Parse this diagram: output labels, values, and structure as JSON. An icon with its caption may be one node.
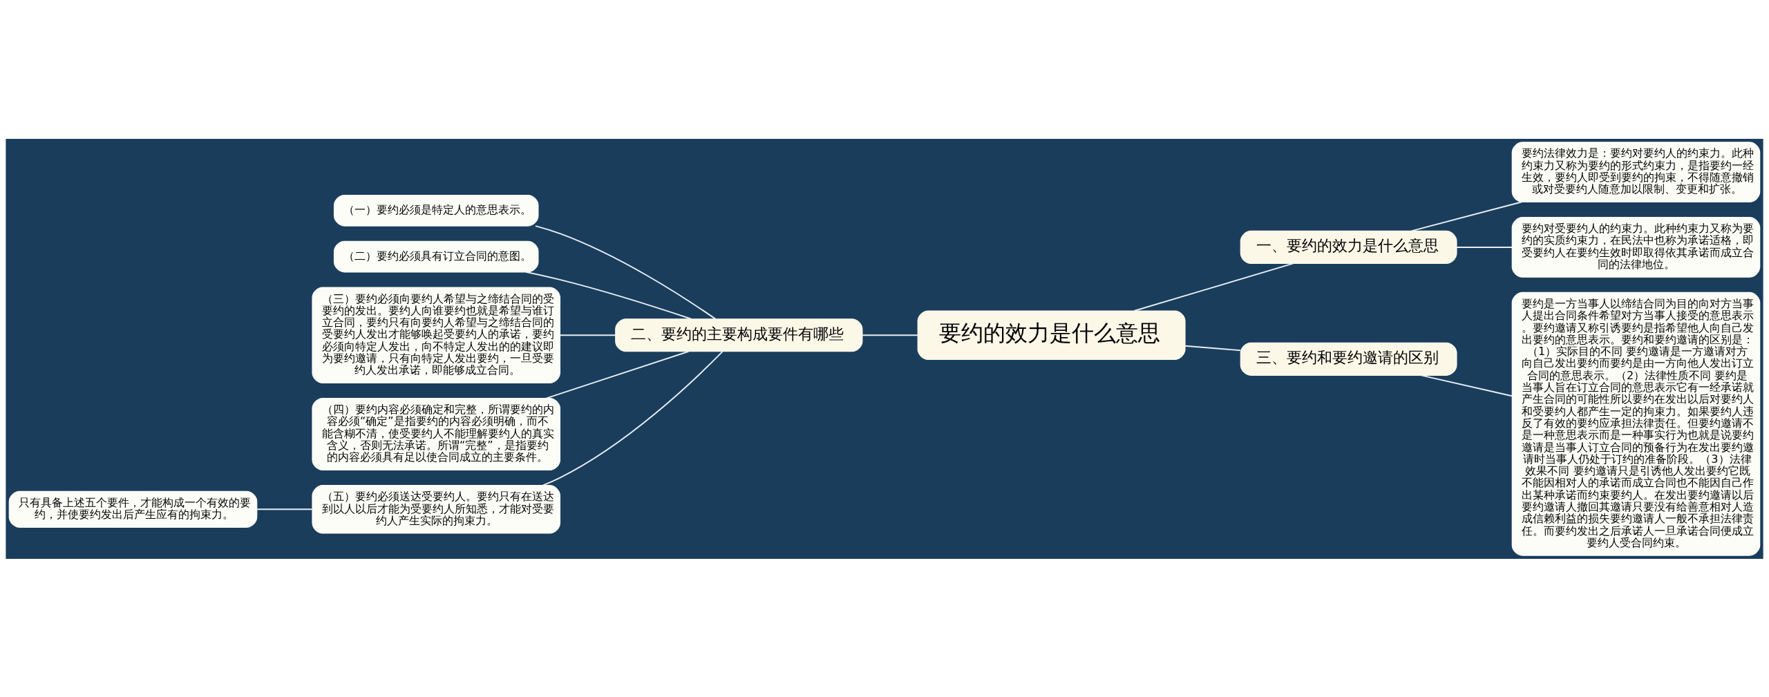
{
  "diagram": {
    "nodes": [
      {
        "text": [
          "要约的效力是什么意思"
        ]
      },
      {
        "text": [
          "一、要约的效力是什么意思"
        ]
      },
      {
        "text": [
          "要约法律效力是：要约对要约人的约束力。此种约束力又称为要约的形式约束力，是指要约一经生效，要约人即受到要约的拘束，不得随意撤销或对受要约人随意加以限制、变更和扩张。"
        ]
      },
      {
        "text": [
          "要约对受要约人的约束力。此种约束力又称为要约的实质约束力，在民法中也称为承诺适格，即受要约人在要约生效时即取得依其承诺而成立合同的法律地位。"
        ]
      },
      {
        "text": [
          "二、要约的主要构成要件有哪些"
        ]
      },
      {
        "text": [
          "（一）要约必须是特定人的意思表示。"
        ]
      },
      {
        "text": [
          "（二）要约必须具有订立合同的意图。"
        ]
      },
      {
        "text": [
          "（三）要约必须向要约人希望与之缔结合同的受要约的发出。要约人向谁要约也就是希望与谁订立合同，要约只有向要约人希望与之缔结合同的受要约人发出才能够唤起受要约人的承诺，要约必须向特定人发出，向不特定人发出的的建议即为要约邀请，只有向特定人发出要约，一旦受要约人发出承诺，即能够成立合同。"
        ]
      },
      {
        "text": [
          "（四）要约内容必须确定和完整，所谓要约的内容必须“确定”是指要约的内容必须明确，而不能含糊不清，使受要约人不能理解要约人的真实含义，否则无法承诺。所谓“完整”，是指要约的内容必须具有足以使合同成立的主要条件。"
        ]
      },
      {
        "text": [
          "（五）要约必须送达受要约人。要约只有在送达到以人以后才能为受要约人所知悉，才能对受要约人产生实际的拘束力。"
        ]
      },
      {
        "text": [
          "只有具备上述五个要件，才能构成一个有效的要约，并使要约发出后产生应有的拘束力。"
        ]
      },
      {
        "text": [
          "三、要约和要约邀请的区别"
        ]
      },
      {
        "text": [
          "要约是一方当事人以缔结合同为目的向对方当事人提出合同条件希望对方当事人接受的意思表示。要约邀请又称引诱要约是指希望他人向自己发出要约的意思表示。要约和要约邀请的区别是：（1）实际目的不同 要约邀请是一方邀请对方向自己发出要约而要约是由一方向他人发出订立合同的意思表示。（2）法律性质不同 要约是当事人旨在订立合同的意思表示它有一经承诺就产生合同的可能性所以要约在发出以后对要约人和受要约人都产生一定的拘束力。如果要约人违反了有效的要约应承担法律责任。但要约邀请不是一种意思表示而是一种事实行为也就是说要约邀请是当事人订立合同的预备行为在发出要约邀请时当事人仍处于订约的准备阶段。（3）法律效果不同 要约邀请只是引诱他人发出要约它既不能因相对人的承诺而成立合同也不能因自己作出某种承诺而约束要约人。在发出要约邀请以后要约邀请人撤回其邀请只要没有给善意相对人造成信赖利益的损失要约邀请人一般不承担法律责任。而要约发出之后承诺人一旦承诺合同便成立要约人受合同约束。"
        ]
      }
    ],
    "edges": [
      {
        "from": 0,
        "to": 1,
        "arrow": "none"
      },
      {
        "from": 1,
        "to": 2,
        "arrow": "none"
      },
      {
        "from": 1,
        "to": 3,
        "arrow": "none"
      },
      {
        "from": 0,
        "to": 4,
        "arrow": "none"
      },
      {
        "from": 4,
        "to": 5,
        "arrow": "none"
      },
      {
        "from": 4,
        "to": 6,
        "arrow": "none"
      },
      {
        "from": 4,
        "to": 7,
        "arrow": "none"
      },
      {
        "from": 4,
        "to": 8,
        "arrow": "none"
      },
      {
        "from": 4,
        "to": 9,
        "arrow": "none"
      },
      {
        "from": 9,
        "to": 10,
        "arrow": "none"
      },
      {
        "from": 0,
        "to": 11,
        "arrow": "none"
      },
      {
        "from": 11,
        "to": 12,
        "arrow": "none"
      }
    ]
  }
}
